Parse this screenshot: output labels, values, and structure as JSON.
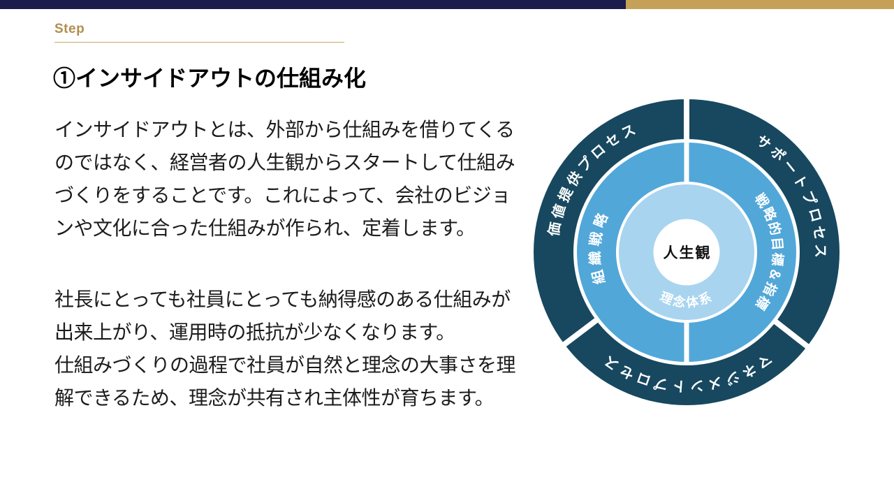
{
  "header": {
    "step_label": "Step",
    "title": "①インサイドアウトの仕組み化"
  },
  "body": {
    "paragraph1": [
      "インサイドアウトとは、外部から仕組みを借りてくる",
      "のではなく、経営者の人生観からスタートして仕組み",
      "づくりをすることです。これによって、会社のビジョ",
      "ンや文化に合った仕組みが作られ、定着します。"
    ],
    "paragraph2": [
      "社長にとっても社員にとっても納得感のある仕組みが",
      "出来上がり、運用時の抵抗が少なくなります。",
      "仕組みづくりの過程で社員が自然と理念の大事さを理",
      "解できるため、理念が共有され主体性が育ちます。"
    ]
  },
  "diagram": {
    "outer_labels": [
      "価値提供プロセス",
      "サポートプロセス",
      "マネジメントプロセス"
    ],
    "middle_labels": [
      "組織戦略",
      "戦略的目標＆指標"
    ],
    "inner_label": "理念体系",
    "center_label": "人生観"
  },
  "colors": {
    "top_bar_navy": "#1B1B4E",
    "top_bar_gold": "#C5A158",
    "step_gold": "#B28E4E",
    "step_underline": "#C9A967",
    "outer_ring": "#17485F",
    "middle_ring": "#52A7D9",
    "inner_ring": "#A8D4EF",
    "center_circle": "#FFFFFF"
  }
}
